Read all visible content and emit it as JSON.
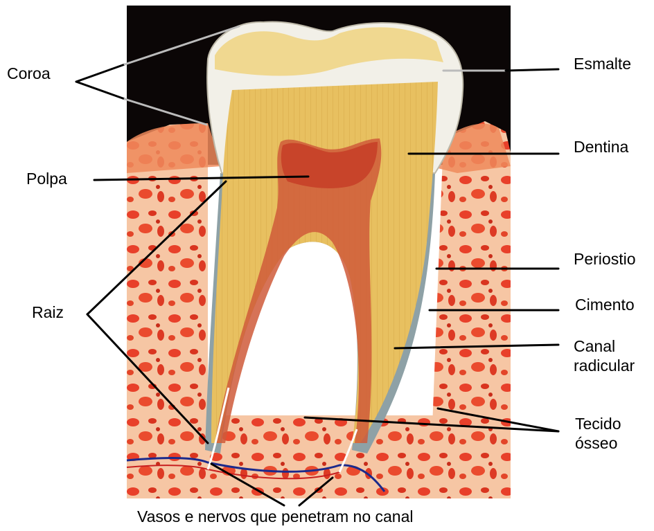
{
  "labels": {
    "coroa": "Coroa",
    "polpa": "Polpa",
    "raiz": "Raiz",
    "esmalte": "Esmalte",
    "dentina": "Dentina",
    "periostio": "Periostio",
    "cimento": "Cimento",
    "canal_line1": "Canal",
    "canal_line2": "radicular",
    "tecido_line1": "Tecido",
    "tecido_line2": "ósseo",
    "vasos": "Vasos e nervos que penetram no canal"
  }
}
